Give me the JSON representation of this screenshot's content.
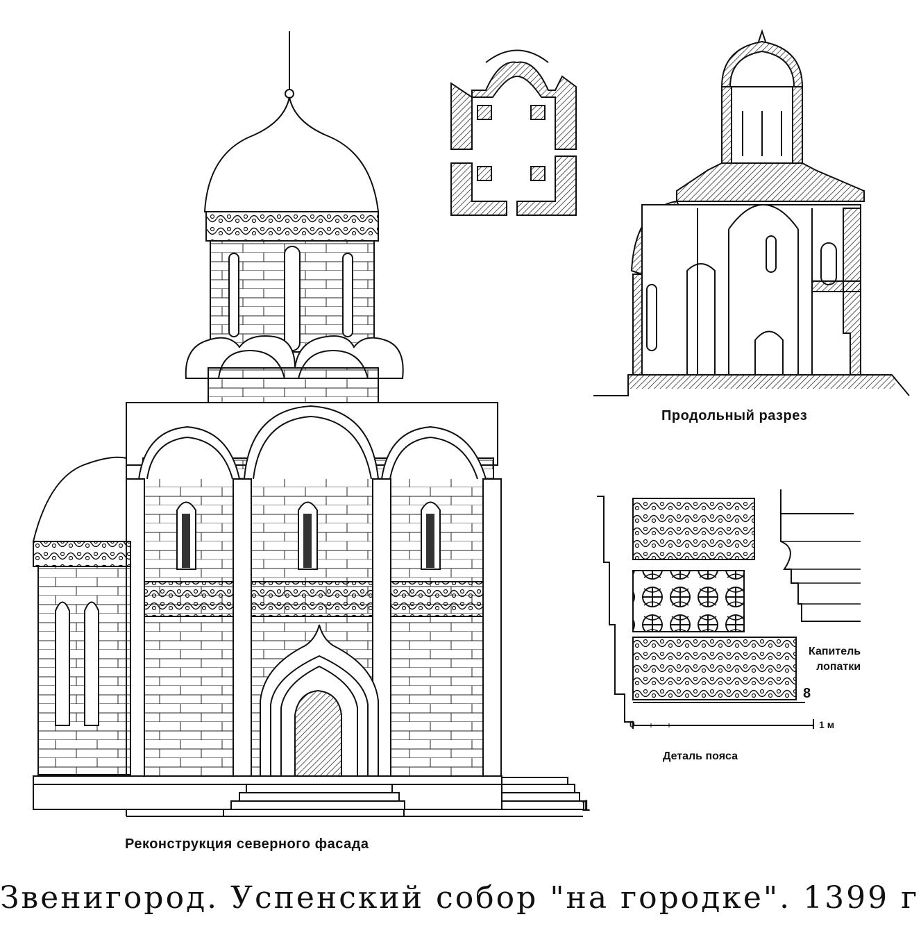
{
  "title": "Звенигород. Успенский собор \"на городке\". 1399 г.",
  "captions": {
    "facade": "Реконструкция северного фасада",
    "section": "Продольный разрез",
    "belt_detail": "Деталь пояса",
    "capital_line1": "Капитель",
    "capital_line2": "лопатки"
  },
  "figure_numbers": {
    "facade": "1",
    "belt": "8"
  },
  "scale_bar": {
    "start": "0",
    "end": "1",
    "unit": "м"
  },
  "colors": {
    "ink": "#111111",
    "paper": "#ffffff"
  }
}
